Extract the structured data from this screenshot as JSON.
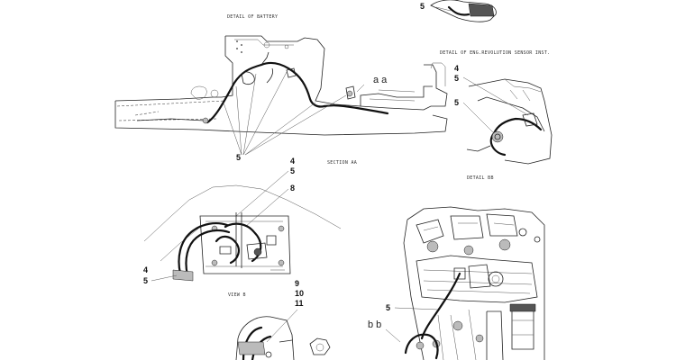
{
  "captions": {
    "detail_battery": "DETAIL OF BATTERY",
    "detail_eng_sensor": "DETAIL OF ENG.REVOLUTION SENSOR INST.",
    "section_aa": "SECTION AA",
    "detail_bb": "DETAIL BB",
    "view_b": "VIEW B"
  },
  "section_refs": {
    "aa_top": "a a",
    "bb_bottom": "b b"
  },
  "callouts": {
    "top_5": "5",
    "main_5": "5",
    "eng_4": "4",
    "eng_5a": "5",
    "eng_5b": "5",
    "sec_4": "4",
    "sec_5": "5",
    "sec_8": "8",
    "left_4": "4",
    "left_5": "5",
    "vb_9": "9",
    "vb_10": "10",
    "vb_11": "11",
    "bb_5": "5"
  }
}
